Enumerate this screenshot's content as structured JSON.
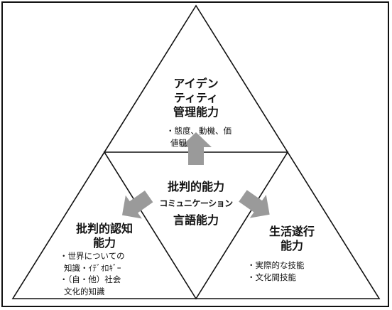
{
  "top": {
    "title_line1": "アイデン",
    "title_line2": "ティティ",
    "title_line3": "管理能力",
    "bullets_line1": "・態度、動機、価",
    "bullets_line2": "値観"
  },
  "center": {
    "line1": "批判的能力",
    "line2": "コミュニケーション",
    "line3": "言語能力"
  },
  "left": {
    "title_line1": "批判的認知",
    "title_line2": "能力",
    "bullets_line1": "・世界についての",
    "bullets_line2": "知識・ｲﾃﾞｵﾛｷﾞｰ",
    "bullets_line3": "・（自・他）社会",
    "bullets_line4": "文化的知識"
  },
  "right": {
    "title_line1": "生活遂行",
    "title_line2": "能力",
    "bullets_line1": "・実際的な技能",
    "bullets_line2": "・文化間技能"
  },
  "colors": {
    "arrow_fill": "#9a9a9a",
    "line": "#111111"
  }
}
